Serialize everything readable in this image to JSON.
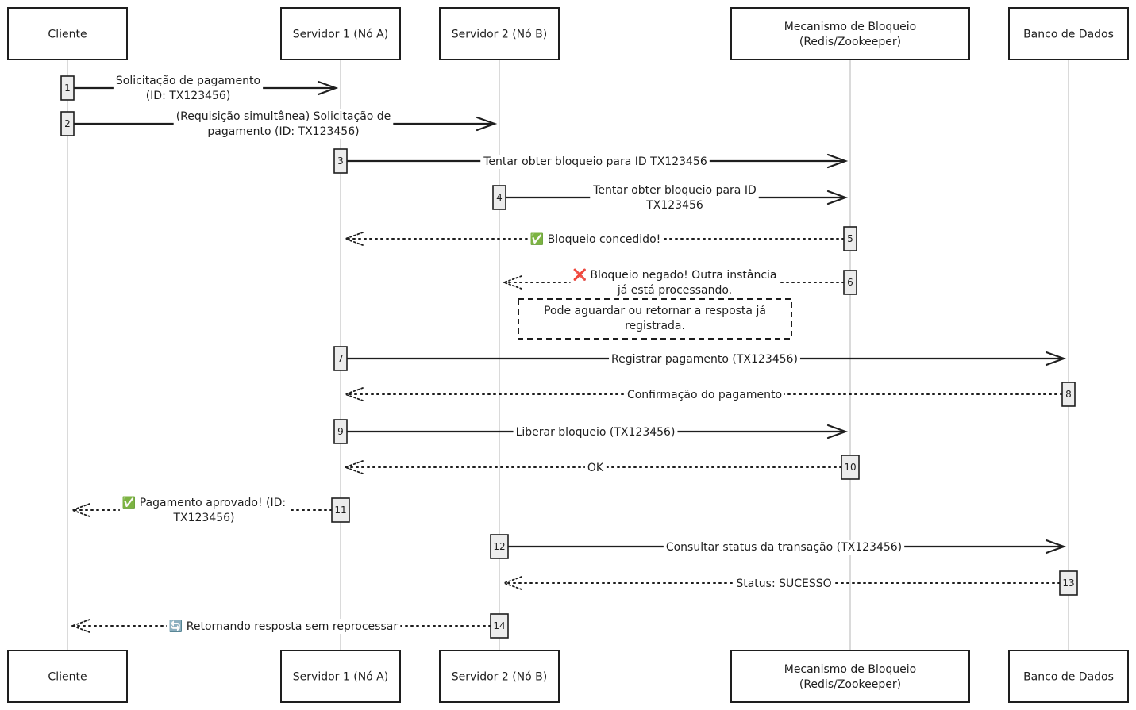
{
  "actors": [
    {
      "id": "cliente",
      "label": [
        "Cliente"
      ]
    },
    {
      "id": "s1",
      "label": [
        "Servidor 1 (Nó A)"
      ]
    },
    {
      "id": "s2",
      "label": [
        "Servidor 2 (Nó B)"
      ]
    },
    {
      "id": "lock",
      "label": [
        "Mecanismo de Bloqueio",
        "(Redis/Zookeeper)"
      ]
    },
    {
      "id": "db",
      "label": [
        "Banco de Dados"
      ]
    }
  ],
  "messages": [
    {
      "n": "1",
      "from": "cliente",
      "to": "s1",
      "style": "solid",
      "text": [
        "Solicitação de pagamento",
        "(ID: TX123456)"
      ]
    },
    {
      "n": "2",
      "from": "cliente",
      "to": "s2",
      "style": "solid",
      "text": [
        "(Requisição simultânea) Solicitação de",
        "pagamento (ID: TX123456)"
      ]
    },
    {
      "n": "3",
      "from": "s1",
      "to": "lock",
      "style": "solid",
      "text": [
        "Tentar obter bloqueio para ID TX123456"
      ]
    },
    {
      "n": "4",
      "from": "s2",
      "to": "lock",
      "style": "solid",
      "text": [
        "Tentar obter bloqueio para ID",
        "TX123456"
      ]
    },
    {
      "n": "5",
      "from": "lock",
      "to": "s1",
      "style": "dotted",
      "text": [
        "✅ Bloqueio concedido!"
      ]
    },
    {
      "n": "6",
      "from": "lock",
      "to": "s2",
      "style": "dotted",
      "text": [
        "❌ Bloqueio negado! Outra instância",
        "já está processando."
      ]
    },
    {
      "n": "7",
      "from": "s1",
      "to": "db",
      "style": "solid",
      "text": [
        "Registrar pagamento (TX123456)"
      ]
    },
    {
      "n": "8",
      "from": "db",
      "to": "s1",
      "style": "dotted",
      "text": [
        "Confirmação do pagamento"
      ]
    },
    {
      "n": "9",
      "from": "s1",
      "to": "lock",
      "style": "solid",
      "text": [
        "Liberar bloqueio (TX123456)"
      ]
    },
    {
      "n": "10",
      "from": "lock",
      "to": "s1",
      "style": "dotted",
      "text": [
        "OK"
      ]
    },
    {
      "n": "11",
      "from": "s1",
      "to": "cliente",
      "style": "dotted",
      "text": [
        "✅ Pagamento aprovado! (ID:",
        "TX123456)"
      ]
    },
    {
      "n": "12",
      "from": "s2",
      "to": "db",
      "style": "solid",
      "text": [
        "Consultar status da transação (TX123456)"
      ]
    },
    {
      "n": "13",
      "from": "db",
      "to": "s2",
      "style": "dotted",
      "text": [
        "Status: SUCESSO"
      ]
    },
    {
      "n": "14",
      "from": "s2",
      "to": "cliente",
      "style": "dotted",
      "text": [
        "🔄 Retornando resposta sem reprocessar"
      ]
    }
  ],
  "note": {
    "over": [
      "s2",
      "lock"
    ],
    "text": [
      "Pode aguardar ou retornar a resposta já",
      "registrada."
    ]
  }
}
